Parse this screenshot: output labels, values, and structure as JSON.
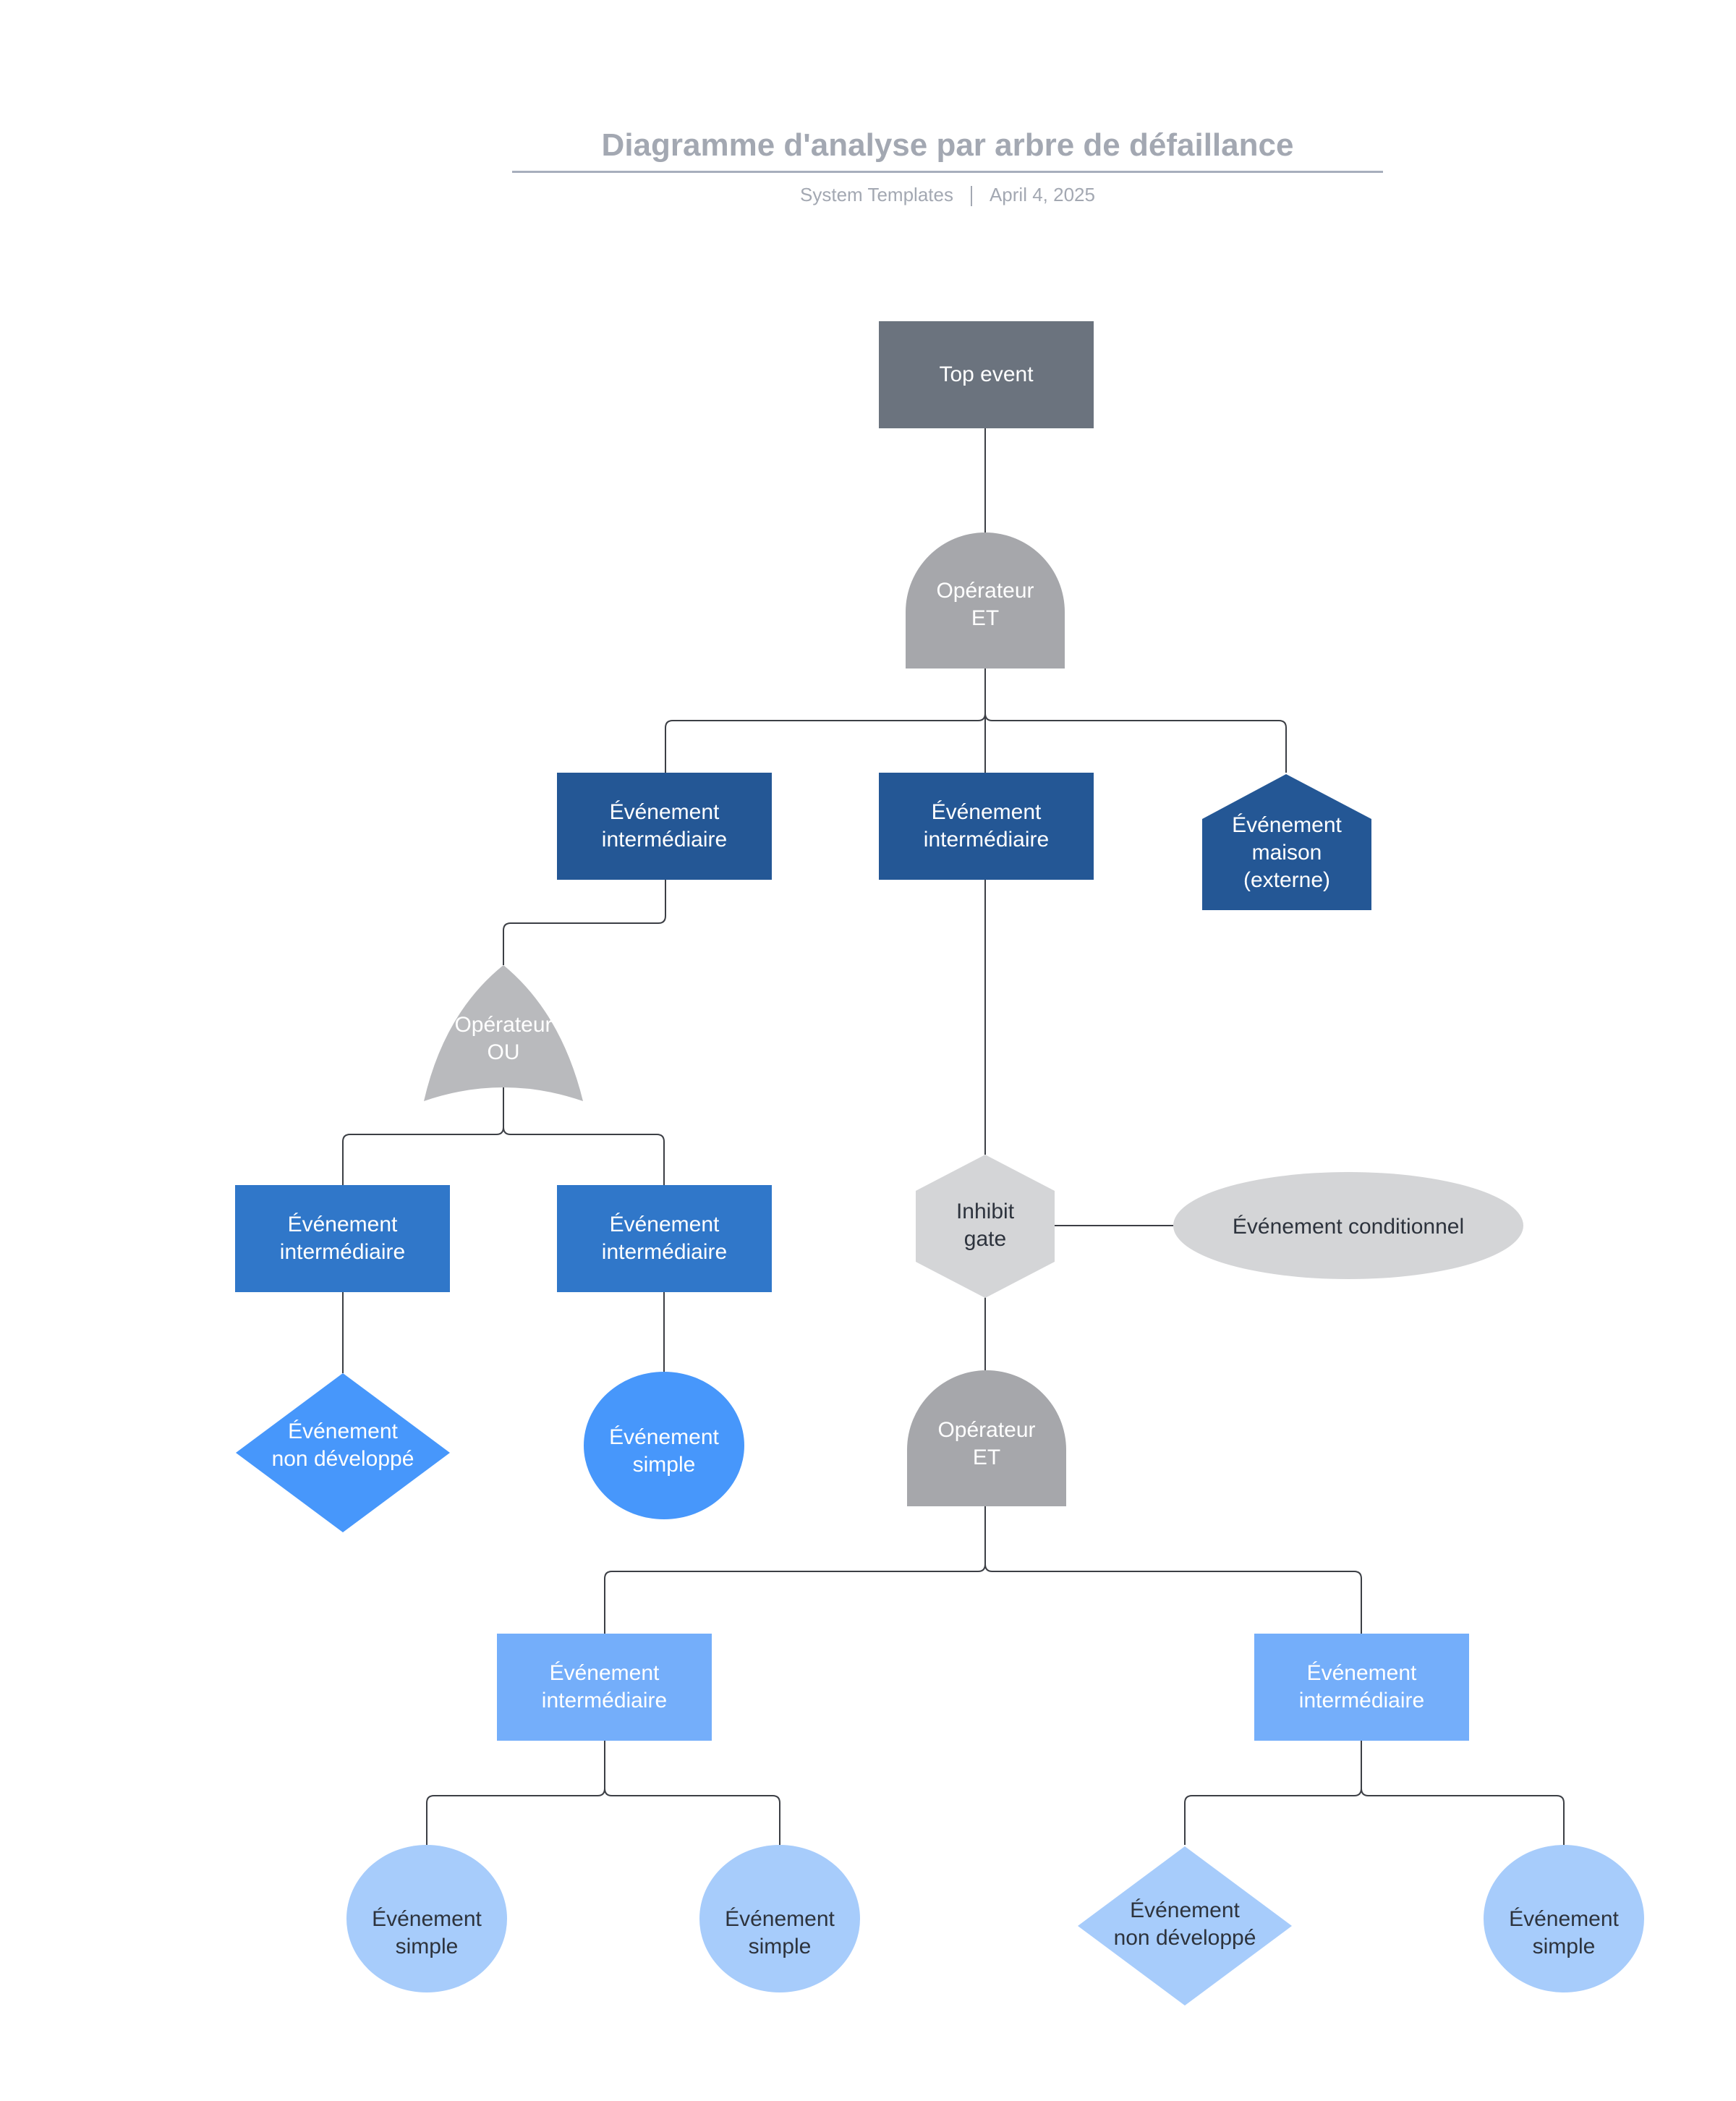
{
  "header": {
    "title": "Diagramme d'analyse par arbre de défaillance",
    "author": "System Templates",
    "date": "April 4, 2025"
  },
  "nodes": {
    "top_event": "Top event",
    "and_gate_1": "Opérateur\nET",
    "intermediate_a": "Événement\nintermédiaire",
    "intermediate_b": "Événement\nintermédiaire",
    "house_event": "Événement\nmaison\n(externe)",
    "or_gate": "Opérateur\nOU",
    "intermediate_c": "Événement\nintermédiaire",
    "intermediate_d": "Événement\nintermédiaire",
    "inhibit_gate": "Inhibit\ngate",
    "conditional_event": "Événement conditionnel",
    "undeveloped_1": "Événement\nnon développé",
    "basic_1": "Événement\nsimple",
    "and_gate_2": "Opérateur\nET",
    "intermediate_e": "Événement\nintermédiaire",
    "intermediate_f": "Événement\nintermédiaire",
    "basic_2": "Événement\nsimple",
    "basic_3": "Événement\nsimple",
    "undeveloped_2": "Événement\nnon développé",
    "basic_4": "Événement\nsimple"
  },
  "colors": {
    "top_event": "#6b737e",
    "gate": "#a6a7ab",
    "or_gate": "#b9babd",
    "inhibit": "#d4d5d7",
    "conditional": "#d4d5d7",
    "level1": "#245795",
    "level2": "#3077c9",
    "level2_leaf": "#4797fb",
    "level3": "#74aefa",
    "level3_leaf": "#a7ccfb",
    "connector": "#3c3f45"
  }
}
